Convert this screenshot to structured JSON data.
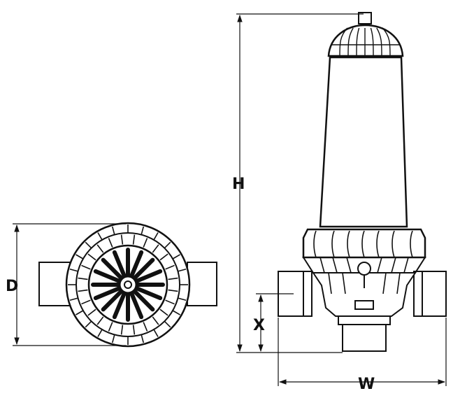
{
  "labels": {
    "height": "H",
    "diameter": "D",
    "inlet_offset": "X",
    "width": "W"
  },
  "colors": {
    "line": "#111111",
    "background": "#ffffff"
  }
}
